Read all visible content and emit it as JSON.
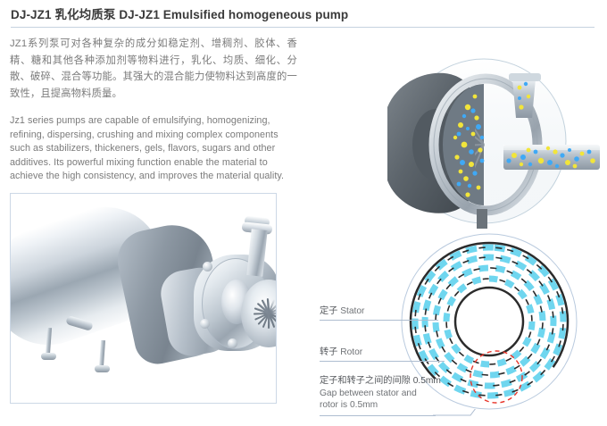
{
  "header": {
    "title": "DJ-JZ1 乳化均质泵  DJ-JZ1 Emulsified homogeneous pump",
    "rule_color": "#c6d2e0"
  },
  "description": {
    "chinese": "JZ1系列泵可对各种复杂的成分如稳定剂、增稠剂、胶体、香精、糖和其他各种添加剂等物料进行，乳化、均质、细化、分散、破碎、混合等功能。其强大的混合能力使物料达到高度的一致性，且提高物料质量。",
    "english": "Jz1 series pumps are capable of emulsifying, homogenizing, refining, dispersing, crushing and mixing complex components such as stabilizers, thickeners, gels, flavors, sugars and other additives. Its powerful mixing function enable the material to achieve the high consistency, and improves the material quality."
  },
  "photo_panel": {
    "caption": "",
    "border_color": "#ccd8e6",
    "subject": "stainless-steel-emulsifying-pump-exploded-view"
  },
  "cutaway": {
    "subject": "pump-cutaway-with-material-flow",
    "particle_colors": [
      "#f2e53a",
      "#3fa9f5",
      "#7fd4f7"
    ]
  },
  "section_diagram": {
    "subject": "rotor-stator-concentric-teeth-cross-section",
    "tooth_color": "#6fd6ef",
    "outline_color": "#2b2b2b",
    "highlight_color": "#e8352a",
    "rim_color": "#b9cade"
  },
  "callouts": {
    "stator": {
      "cn": "定子",
      "en": "Stator"
    },
    "rotor": {
      "cn": "转子",
      "en": "Rotor"
    },
    "gap": {
      "line1": "定子和转子之间的间隙 0.5mm",
      "line2": "Gap between stator and",
      "line3": "rotor is 0.5mm"
    },
    "leader_color": "#aebdd0"
  }
}
